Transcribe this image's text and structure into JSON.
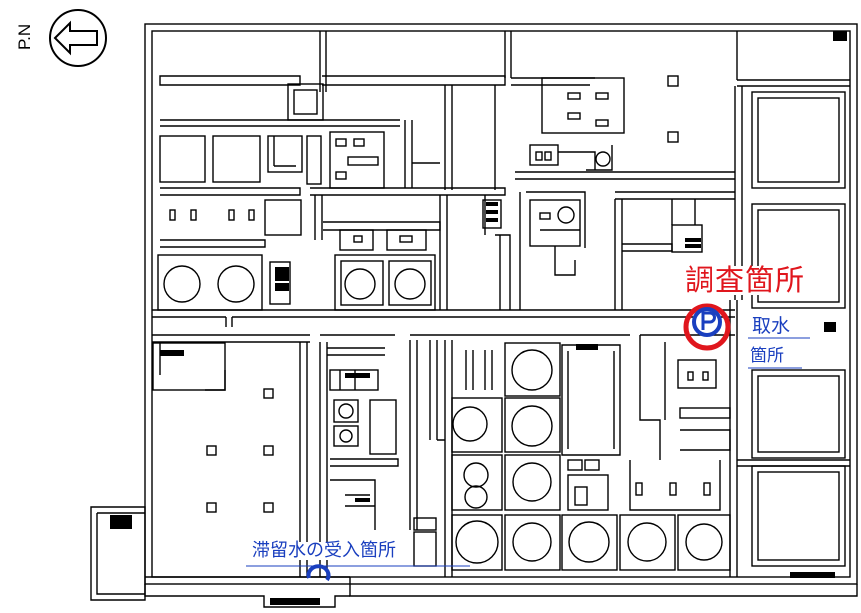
{
  "compass": {
    "label": "P.N",
    "icon": "north-arrow-icon"
  },
  "labels": {
    "survey_location": "調査箇所",
    "intake_location_line1": "取水",
    "intake_location_line2": "箇所",
    "stagnant_water_intake": "滞留水の受入箇所"
  },
  "colors": {
    "walls": "#000000",
    "survey_marker": "#e0161d",
    "intake_marker": "#1a3fbf",
    "background": "#ffffff"
  },
  "markers": {
    "survey_icon": "pump-circle-p-icon",
    "stagnant_icon": "horseshoe-intake-icon"
  }
}
